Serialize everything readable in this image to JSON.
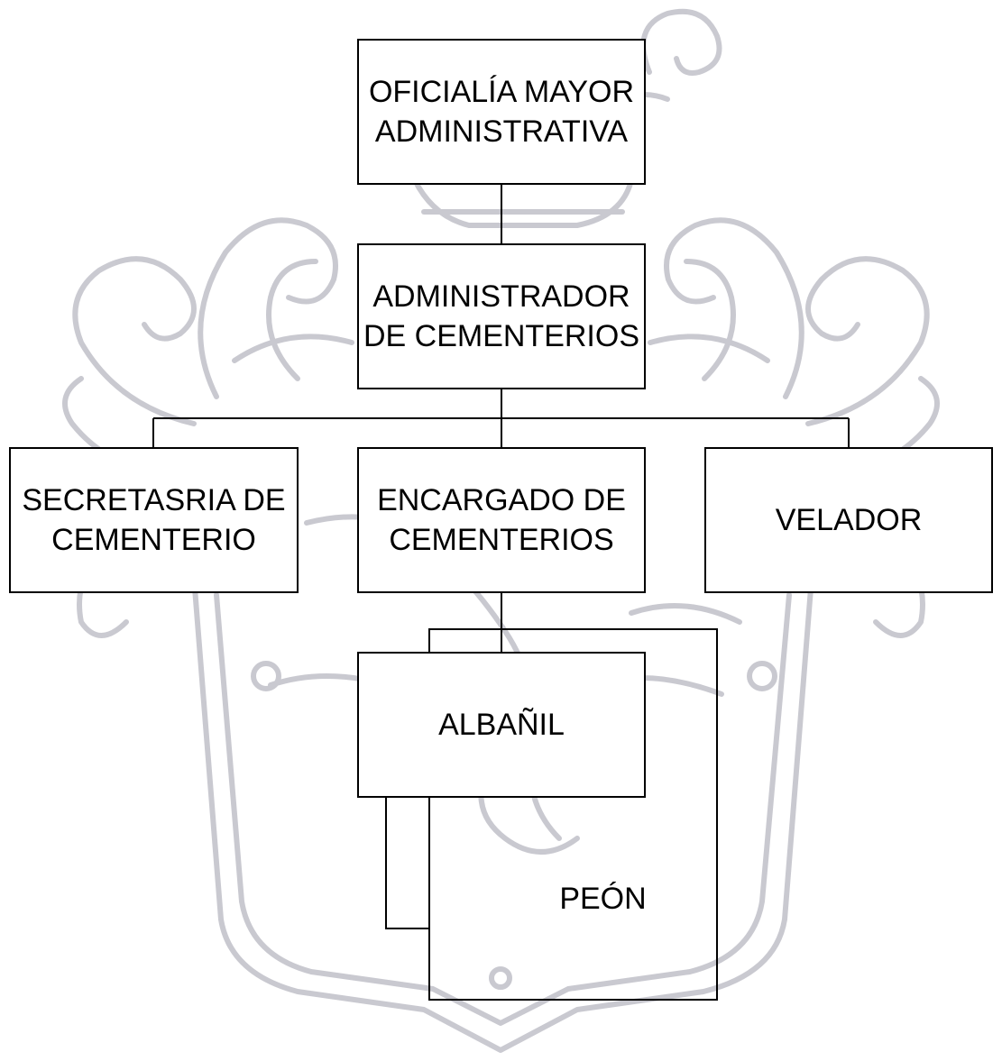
{
  "diagram": {
    "nodes": [
      {
        "id": "oficialia",
        "label": "OFICIALÍA MAYOR ADMINISTRATIVA"
      },
      {
        "id": "admin",
        "label": "ADMINISTRADOR DE CEMENTERIOS"
      },
      {
        "id": "secret",
        "label": "SECRETASRIA DE CEMENTERIO"
      },
      {
        "id": "encargado",
        "label": "ENCARGADO DE CEMENTERIOS"
      },
      {
        "id": "velador",
        "label": "VELADOR"
      },
      {
        "id": "albanil",
        "label": "ALBAÑIL"
      },
      {
        "id": "peon",
        "label": "PEÓN"
      }
    ],
    "edges": [
      {
        "from": "oficialia",
        "to": "admin"
      },
      {
        "from": "admin",
        "to": "secret"
      },
      {
        "from": "admin",
        "to": "encargado"
      },
      {
        "from": "admin",
        "to": "velador"
      },
      {
        "from": "encargado",
        "to": "albanil"
      },
      {
        "from": "albanil",
        "to": "peon"
      }
    ],
    "colors": {
      "box_border": "#000000",
      "text": "#000000",
      "connector": "#000000",
      "watermark": "#c4c4cc"
    },
    "watermark_icon": "coat-of-arms-icon"
  }
}
